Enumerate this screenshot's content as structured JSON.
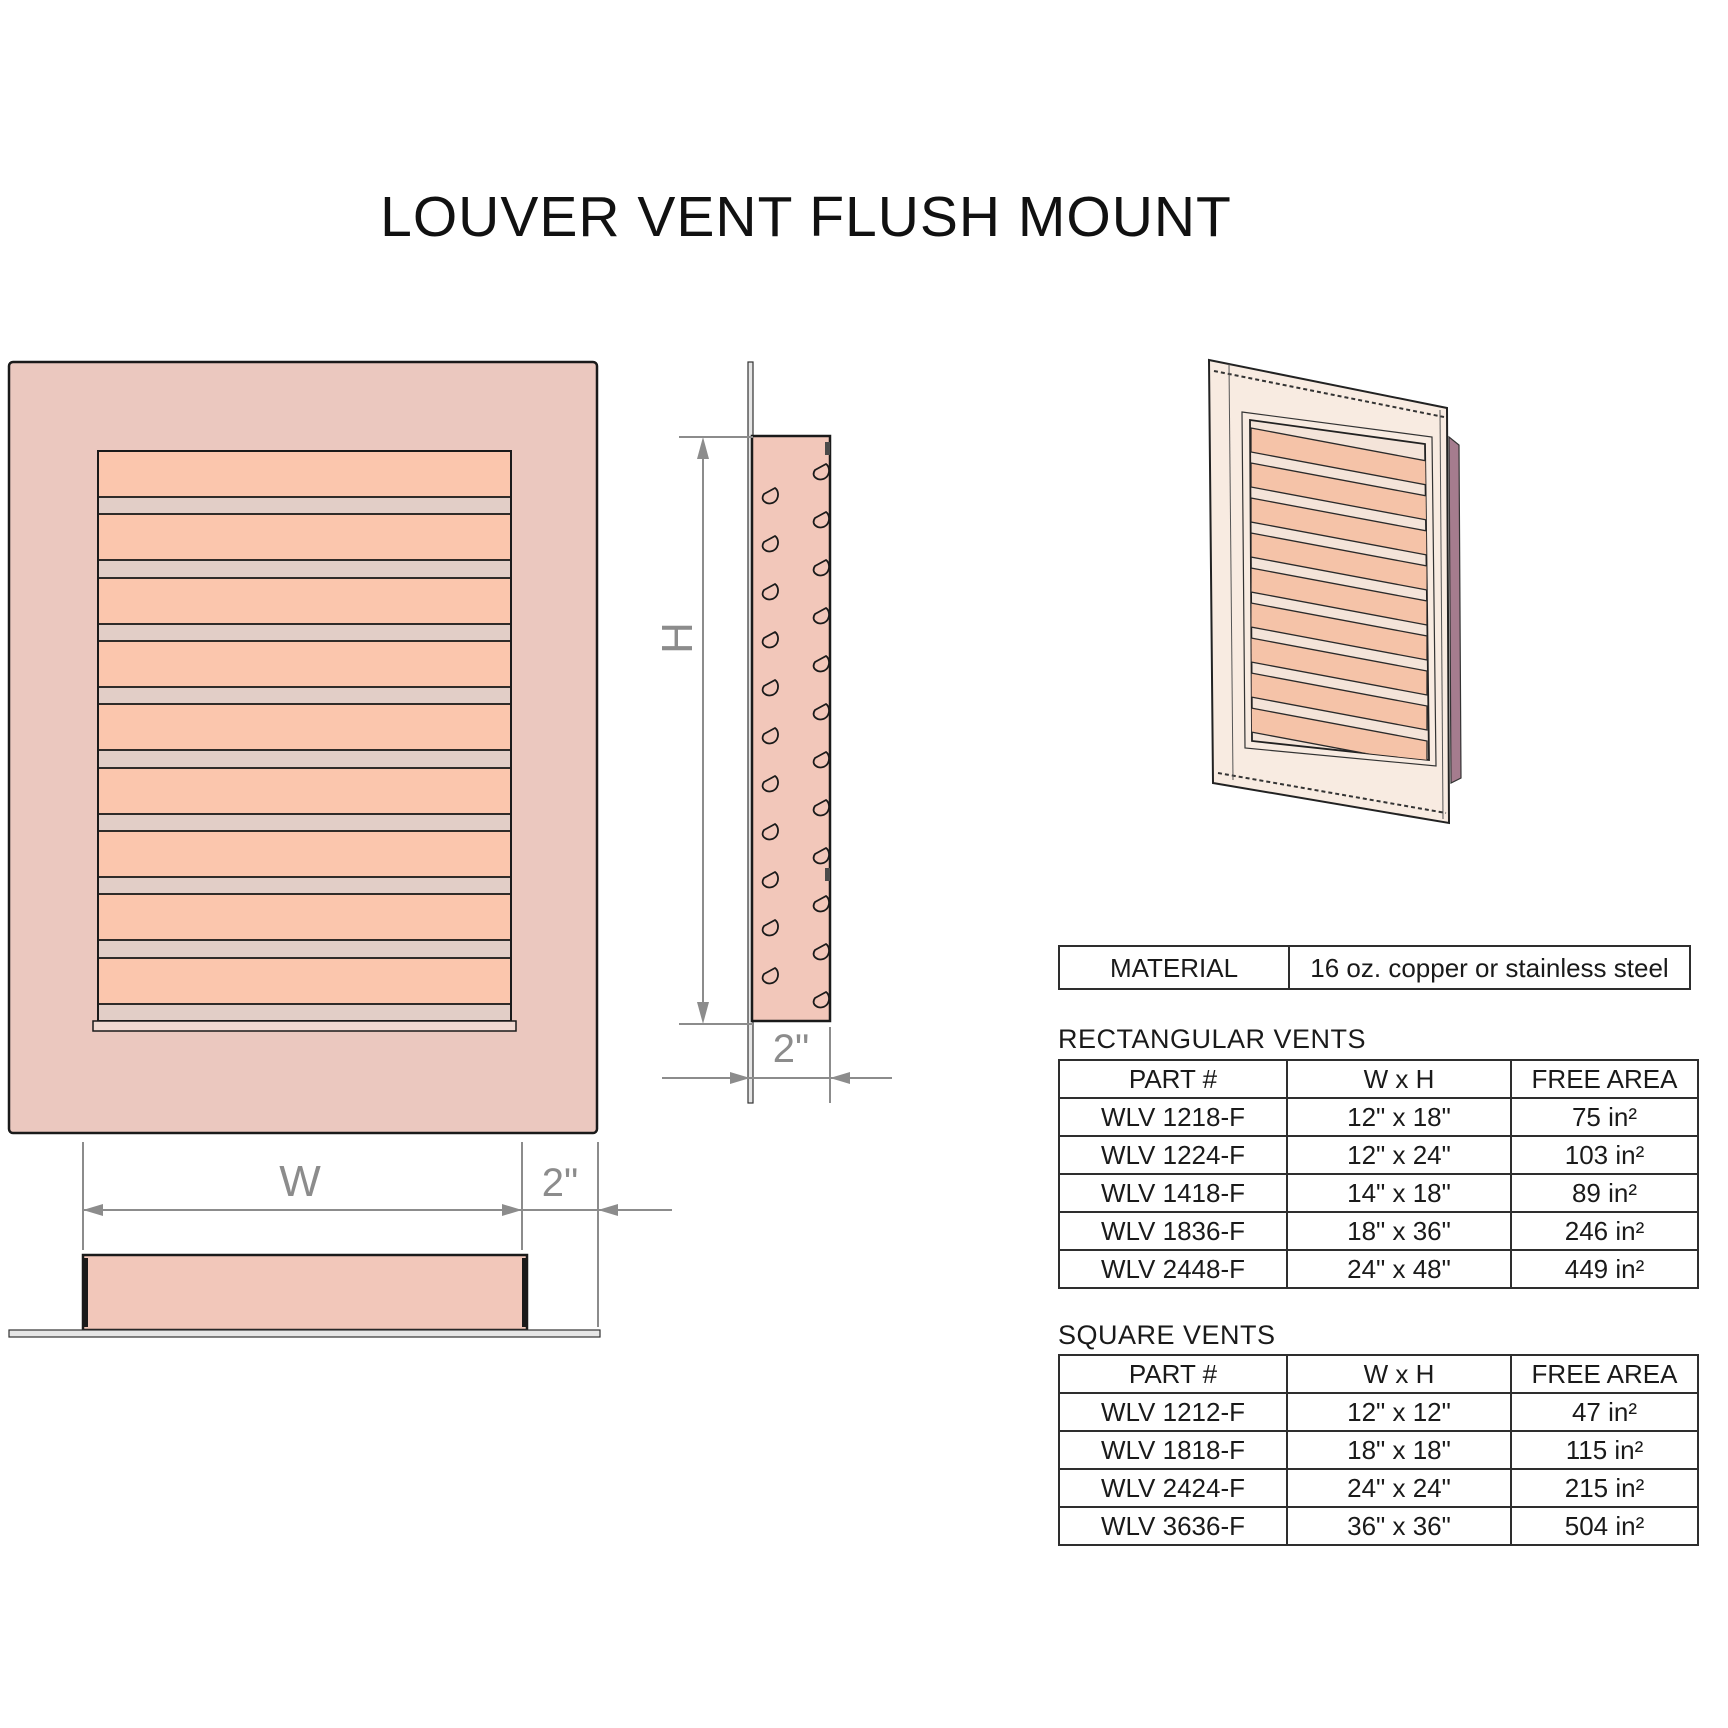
{
  "title": "LOUVER VENT FLUSH MOUNT",
  "material": {
    "label": "MATERIAL",
    "value": "16 oz. copper or stainless steel"
  },
  "dims": {
    "w": "W",
    "h": "H",
    "depth": "2\"",
    "flange": "2\""
  },
  "tables": {
    "rectangular": {
      "heading": "RECTANGULAR VENTS",
      "columns": {
        "part": "PART #",
        "size": "W x H",
        "free_area": "FREE AREA"
      },
      "rows": [
        {
          "part": "WLV 1218-F",
          "size": "12\" x 18\"",
          "free_area": "75 in²"
        },
        {
          "part": "WLV 1224-F",
          "size": "12\" x 24\"",
          "free_area": "103 in²"
        },
        {
          "part": "WLV 1418-F",
          "size": "14\" x 18\"",
          "free_area": "89 in²"
        },
        {
          "part": "WLV 1836-F",
          "size": "18\" x 36\"",
          "free_area": "246 in²"
        },
        {
          "part": "WLV 2448-F",
          "size": "24\" x 48\"",
          "free_area": "449 in²"
        }
      ]
    },
    "square": {
      "heading": "SQUARE VENTS",
      "columns": {
        "part": "PART #",
        "size": "W x H",
        "free_area": "FREE AREA"
      },
      "rows": [
        {
          "part": "WLV 1212-F",
          "size": "12\" x 12\"",
          "free_area": "47 in²"
        },
        {
          "part": "WLV 1818-F",
          "size": "18\" x 18\"",
          "free_area": "115 in²"
        },
        {
          "part": "WLV 2424-F",
          "size": "24\" x 24\"",
          "free_area": "215 in²"
        },
        {
          "part": "WLV 3636-F",
          "size": "36\" x 36\"",
          "free_area": "504 in²"
        }
      ]
    }
  },
  "colors": {
    "frame-pink": "#EBC8BF",
    "louver-peach": "#FBC6AD",
    "louver-strip": "#E2CEC7",
    "metal-pink": "#F2C7BA",
    "flange-gray": "#E6E6E6",
    "iso-cream": "#F8EBE1",
    "iso-louver": "#F5C3A8",
    "iso-gap": "#F4E4D9",
    "iso-shadow": "#8A6174",
    "iso-side": "#A57C8E",
    "dim-gray": "#8C8C8C",
    "line-dark": "#1A1A1A"
  }
}
